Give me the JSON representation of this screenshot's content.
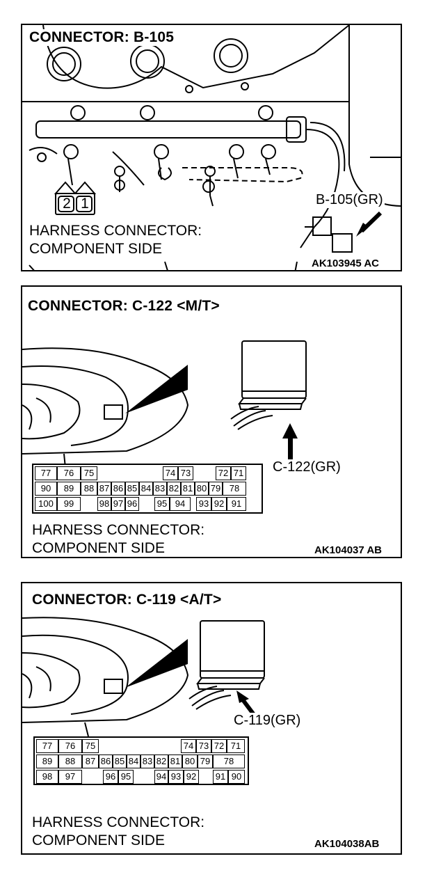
{
  "panels": [
    {
      "title": "CONNECTOR: B-105",
      "pins": [
        "2",
        "1"
      ],
      "callout": "B-105(GR)",
      "label_line1": "HARNESS CONNECTOR:",
      "label_line2": "COMPONENT SIDE",
      "code": "AK103945 AC"
    },
    {
      "title": "CONNECTOR: C-122 <M/T>",
      "callout": "C-122(GR)",
      "label_line1": "HARNESS CONNECTOR:",
      "label_line2": "COMPONENT SIDE",
      "code": "AK104037 AB",
      "pin_rows": [
        [
          "77",
          "76",
          "75",
          "",
          "",
          "",
          "",
          "74",
          "73",
          "",
          "72",
          "71"
        ],
        [
          "90",
          "89",
          "88",
          "87",
          "86",
          "85",
          "84",
          "83",
          "82",
          "81",
          "80",
          "79",
          "78"
        ],
        [
          "100",
          "99",
          "",
          "98",
          "97",
          "96",
          "",
          "95",
          "94",
          "",
          "93",
          "92",
          "91"
        ]
      ]
    },
    {
      "title": "CONNECTOR: C-119 <A/T>",
      "callout": "C-119(GR)",
      "label_line1": "HARNESS CONNECTOR:",
      "label_line2": "COMPONENT SIDE",
      "code": "AK104038AB",
      "pin_rows": [
        [
          "77",
          "76",
          "75",
          "",
          "",
          "",
          "",
          "74",
          "73",
          "72",
          "71"
        ],
        [
          "89",
          "88",
          "87",
          "86",
          "85",
          "84",
          "83",
          "82",
          "81",
          "80",
          "79",
          "78"
        ],
        [
          "98",
          "97",
          "",
          "96",
          "95",
          "",
          "94",
          "93",
          "92",
          "",
          "91",
          "90"
        ]
      ]
    }
  ]
}
